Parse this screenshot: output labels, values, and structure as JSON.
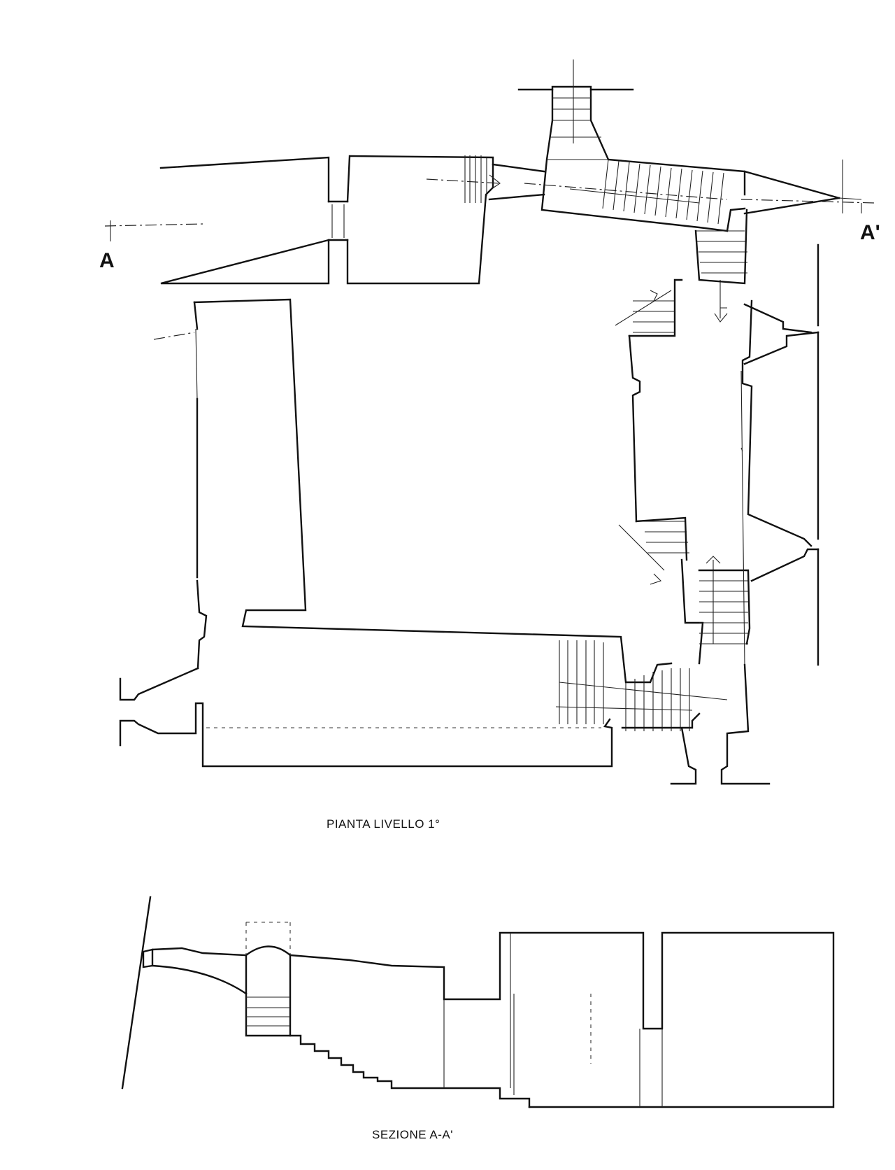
{
  "section_marks": {
    "left": "A",
    "right": "A'"
  },
  "captions": {
    "plan": "PIANTA LIVELLO 1°",
    "section": "SEZIONE A-A'"
  }
}
